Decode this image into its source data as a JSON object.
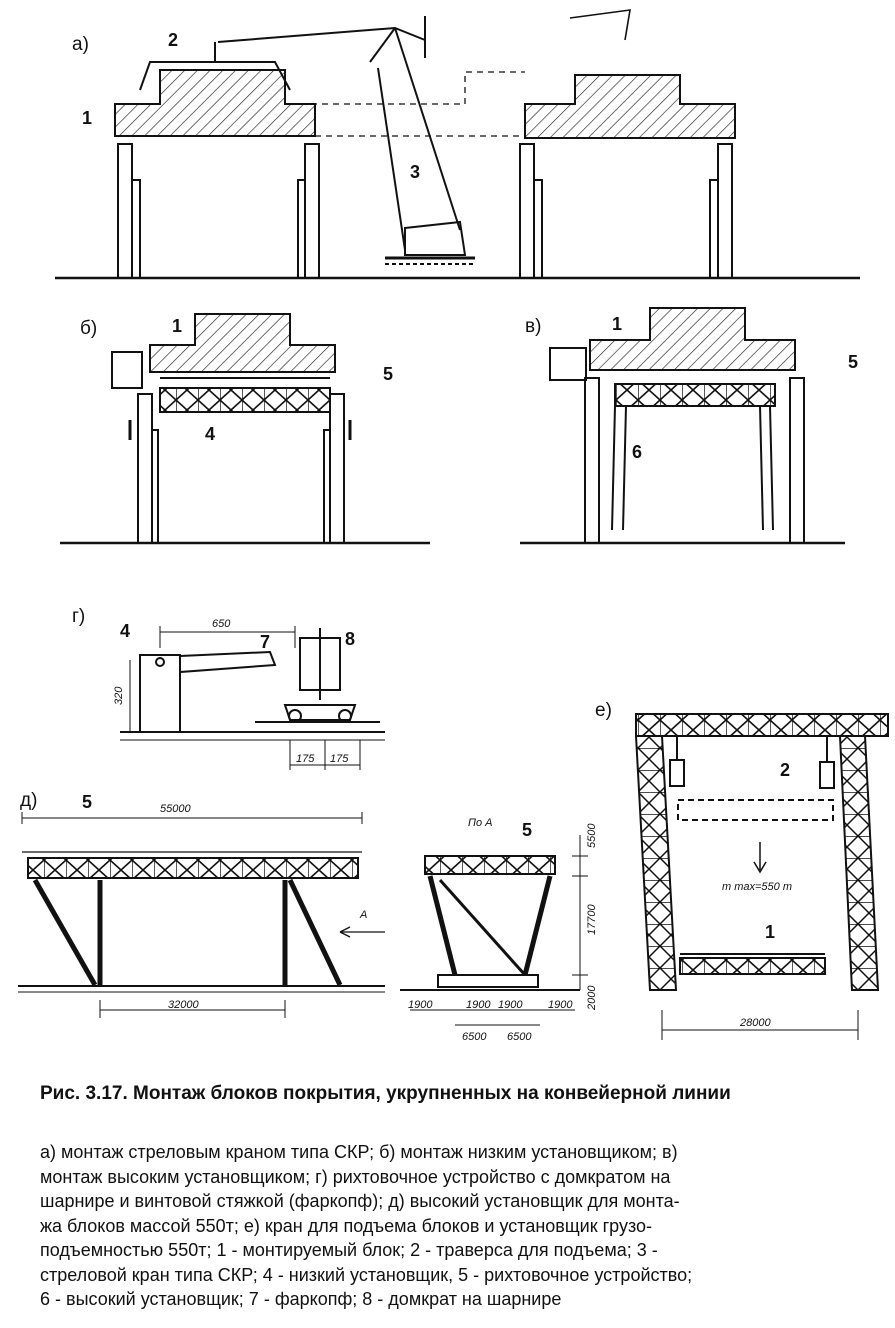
{
  "figure": {
    "panel_labels": {
      "a": "а)",
      "b": "б)",
      "v": "в)",
      "g": "г)",
      "d": "д)",
      "e": "е)"
    },
    "callouts": {
      "n1": "1",
      "n2": "2",
      "n3": "3",
      "n4": "4",
      "n5": "5",
      "n6": "6",
      "n7": "7",
      "n8": "8"
    },
    "dimensions": {
      "g_650": "650",
      "g_320": "320",
      "g_175a": "175",
      "g_175b": "175",
      "d_55000": "55000",
      "d_32000": "32000",
      "d_view": "По А",
      "d_arrow": "A",
      "d_5500": "5500",
      "d_17700": "17700",
      "d_2000": "2000",
      "d_1900a": "1900",
      "d_1900b": "1900",
      "d_1900c": "1900",
      "d_1900d": "1900",
      "d_6500a": "6500",
      "d_6500b": "6500",
      "e_mass": "m max=550 т",
      "e_28000": "28000"
    }
  },
  "caption": {
    "title": "Рис. 3.17. Монтаж блоков покрытия, укрупненных на конвейерной линии",
    "lines": [
      "а) монтаж стреловым краном типа СКР; б) монтаж низким установщиком; в)",
      "монтаж высоким установщиком; г) рихтовочное устройство с домкратом на",
      "шарнире и винтовой стяжкой (фаркопф); д) высокий установщик для монта-",
      "жа блоков массой 550т; е) кран для подъема блоков и установщик грузо-",
      "подъемностью 550т; 1 - монтируемый блок; 2 - траверса для подъема; 3 -",
      "стреловой кран типа СКР; 4 - низкий установщик, 5 - рихтовочное устройство;",
      "6 - высокий установщик; 7 - фаркопф; 8 - домкрат на шарнире"
    ]
  }
}
